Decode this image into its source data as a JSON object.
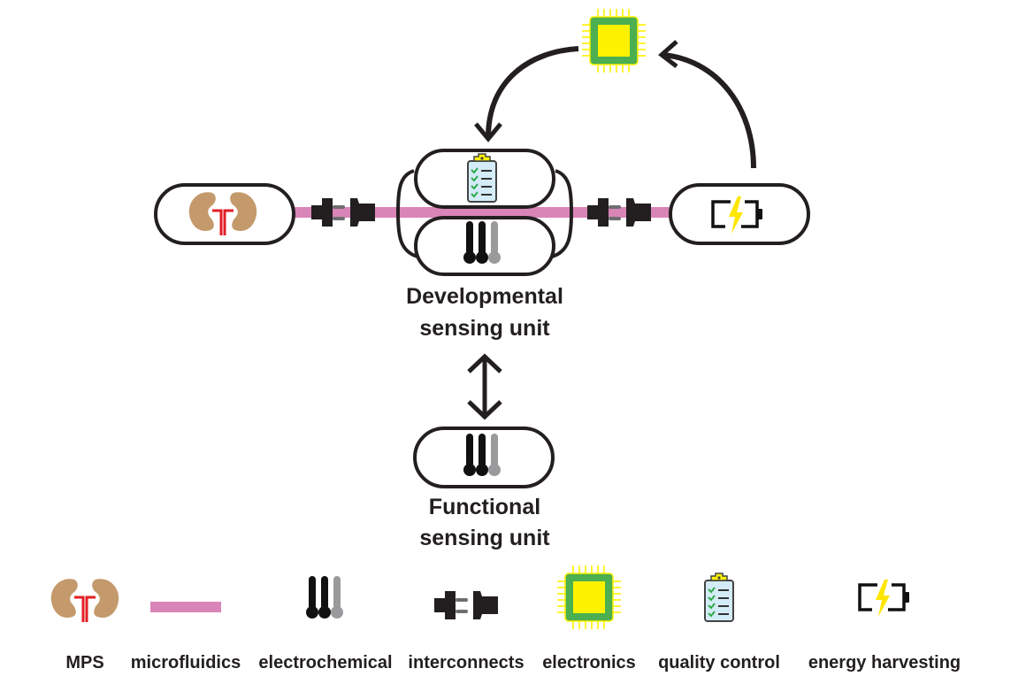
{
  "diagram": {
    "nodes": {
      "mps": {
        "label": "MPS",
        "icon": "kidney-icon"
      },
      "developmental_unit": {
        "label_line1": "Developmental",
        "label_line2": "sensing unit",
        "icons": [
          "clipboard-icon",
          "electrode-icon"
        ]
      },
      "functional_unit": {
        "label_line1": "Functional",
        "label_line2": "sensing unit",
        "icon": "electrode-icon"
      },
      "energy": {
        "icon": "battery-icon"
      },
      "electronics": {
        "icon": "chip-icon"
      }
    },
    "edges": [
      {
        "from": "electronics",
        "to": "developmental_unit",
        "type": "curved-arrow"
      },
      {
        "from": "energy",
        "to": "electronics",
        "type": "curved-arrow"
      },
      {
        "from": "developmental_unit",
        "to": "functional_unit",
        "type": "double-arrow"
      },
      {
        "from": "mps",
        "to": "developmental_unit",
        "type": "microfluidic-interconnect"
      },
      {
        "from": "developmental_unit",
        "to": "energy",
        "type": "microfluidic-interconnect"
      }
    ],
    "legend": [
      {
        "icon": "kidney-icon",
        "label": "MPS"
      },
      {
        "icon": "microfluidics-bar-icon",
        "label": "microfluidics"
      },
      {
        "icon": "electrode-icon",
        "label": "electrochemical"
      },
      {
        "icon": "plug-icon",
        "label": "interconnects"
      },
      {
        "icon": "chip-icon",
        "label": "electronics"
      },
      {
        "icon": "clipboard-icon",
        "label": "quality control"
      },
      {
        "icon": "battery-icon",
        "label": "energy harvesting"
      }
    ],
    "colors": {
      "outline": "#231f20",
      "microfluidics": "#d985b8",
      "kidney": "#c49a6c",
      "ureter": "#e31e24",
      "chip_green": "#4caf50",
      "chip_yellow": "#fff200",
      "clipboard_fill": "#d4ecf7",
      "check_green": "#2eaa4a",
      "electrode_gray": "#9a9a9c",
      "bolt_yellow": "#ffe600"
    }
  }
}
